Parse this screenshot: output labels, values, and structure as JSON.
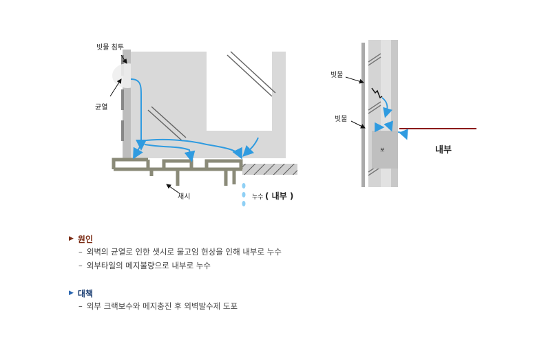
{
  "left_diagram": {
    "label_rain_entry": "빗물 침투",
    "label_crack": "균열",
    "label_sash": "새시",
    "label_leak": "누수",
    "label_inside": "( 내부 )"
  },
  "right_diagram": {
    "label_rain_1": "빗물",
    "label_rain_2": "빗물",
    "label_beam": "보",
    "label_inside": "내부"
  },
  "cause": {
    "title": "원인",
    "title_color": "#7a2a12",
    "marker_color": "#7a2a12",
    "items": [
      "외벽의 균열로 인한 샛시로 물고임 현상을 인해 내부로 누수",
      "외부타일의 메지불량으로 내부로 누수"
    ]
  },
  "solution": {
    "title": "대책",
    "title_color": "#1c3f73",
    "marker_color": "#2a66b0",
    "items": [
      "외부 크랙보수와 메지충진 후 외벽발수제 도포"
    ]
  },
  "colors": {
    "water": "#2f9be0",
    "wall": "#d6d6d6",
    "sash": "#8a8a78",
    "inside_line": "#8b1a1a"
  }
}
